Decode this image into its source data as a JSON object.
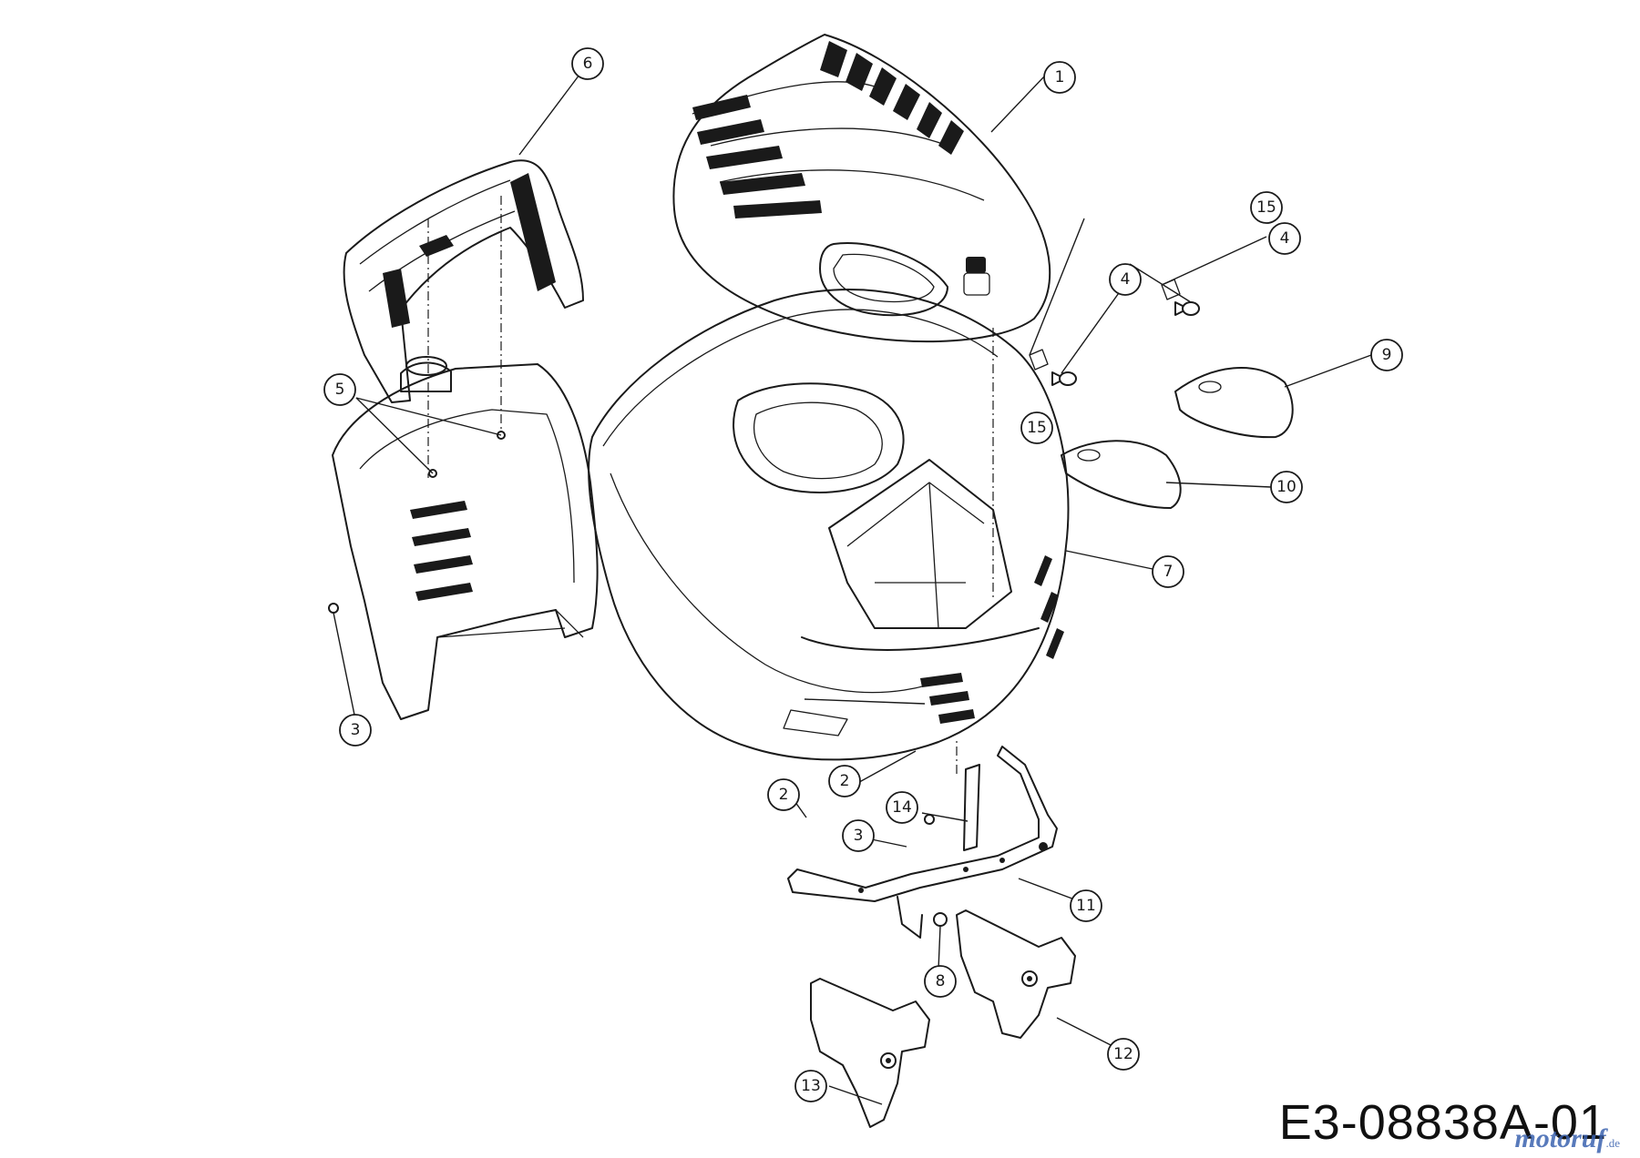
{
  "diagram": {
    "drawing_code": "E3-08838A-01",
    "watermark": "motoruf",
    "watermark_suffix": ".de",
    "parts": [
      {
        "id": "part-1",
        "label": "1"
      },
      {
        "id": "part-2",
        "label": "2"
      },
      {
        "id": "part-3",
        "label": "3"
      },
      {
        "id": "part-4",
        "label": "4"
      },
      {
        "id": "part-5",
        "label": "5"
      },
      {
        "id": "part-6",
        "label": "6"
      },
      {
        "id": "part-7",
        "label": "7"
      },
      {
        "id": "part-8",
        "label": "8"
      },
      {
        "id": "part-9",
        "label": "9"
      },
      {
        "id": "part-10",
        "label": "10"
      },
      {
        "id": "part-11",
        "label": "11"
      },
      {
        "id": "part-12",
        "label": "12"
      },
      {
        "id": "part-13",
        "label": "13"
      },
      {
        "id": "part-14",
        "label": "14"
      },
      {
        "id": "part-15",
        "label": "15"
      }
    ]
  }
}
